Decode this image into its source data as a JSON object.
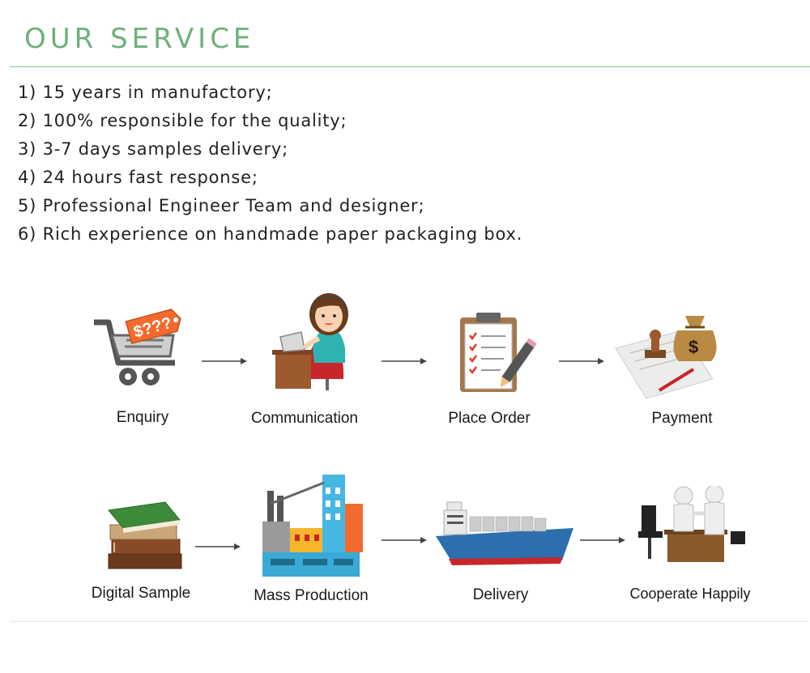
{
  "header": {
    "title": "OUR SERVICE"
  },
  "services": [
    "1) 15 years in manufactory;",
    "2) 100% responsible for the quality;",
    "3) 3-7 days samples delivery;",
    "4) 24 hours fast response;",
    "5) Professional Engineer Team and designer;",
    "6) Rich experience on handmade paper packaging box."
  ],
  "steps": {
    "enquiry": {
      "label": "Enquiry",
      "icon": "shopping-cart-price-tag-icon",
      "tag_text": "$???"
    },
    "communication": {
      "label": "Communication",
      "icon": "customer-service-agent-icon"
    },
    "place_order": {
      "label": "Place Order",
      "icon": "clipboard-checklist-icon"
    },
    "payment": {
      "label": "Payment",
      "icon": "money-bag-contract-stamp-icon",
      "bag_symbol": "$"
    },
    "digital_sample": {
      "label": "Digital Sample",
      "icon": "stack-of-books-icon"
    },
    "mass_production": {
      "label": "Mass Production",
      "icon": "factory-icon"
    },
    "delivery": {
      "label": "Delivery",
      "icon": "cargo-ship-icon"
    },
    "cooperate_happily": {
      "label": "Cooperate Happily",
      "icon": "handshake-people-icon"
    }
  },
  "colors": {
    "accent": "#6fb07a",
    "rule": "#7fbf87",
    "text": "#222222",
    "tag": "#f26a2e"
  }
}
